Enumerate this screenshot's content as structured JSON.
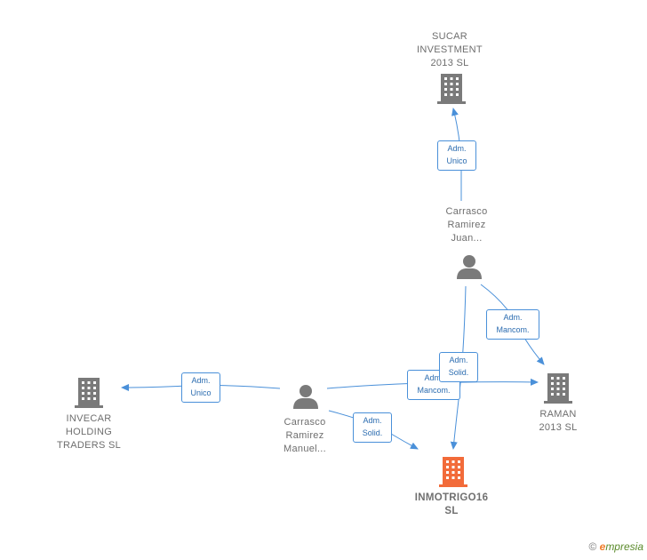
{
  "nodes": {
    "sucar": {
      "name": "SUCAR\nINVESTMENT\n2013  SL",
      "type": "company"
    },
    "carrasco_juan": {
      "name": "Carrasco\nRamirez\nJuan...",
      "type": "person"
    },
    "raman": {
      "name": "RAMAN\n2013  SL",
      "type": "company"
    },
    "invecar": {
      "name": "INVECAR\nHOLDING\nTRADERS  SL",
      "type": "company"
    },
    "carrasco_manuel": {
      "name": "Carrasco\nRamirez\nManuel...",
      "type": "person"
    },
    "inmotrigo": {
      "name": "INMOTRIGO16\nSL",
      "type": "company-main"
    }
  },
  "edges": {
    "juan_sucar": "Adm.\nUnico",
    "juan_raman": "Adm.\nMancom.",
    "juan_inmotrigo": "Adm.\nSolid.",
    "manuel_invecar": "Adm.\nUnico",
    "manuel_raman": "Adm.\nMancom.",
    "manuel_inmotrigo": "Adm.\nSolid."
  },
  "colors": {
    "edge": "#4a90d9",
    "company": "#7a7a7a",
    "main_company": "#f26b3a",
    "person": "#7a7a7a"
  },
  "brand": {
    "copyright": "©",
    "e": "e",
    "rest": "mpresia"
  }
}
